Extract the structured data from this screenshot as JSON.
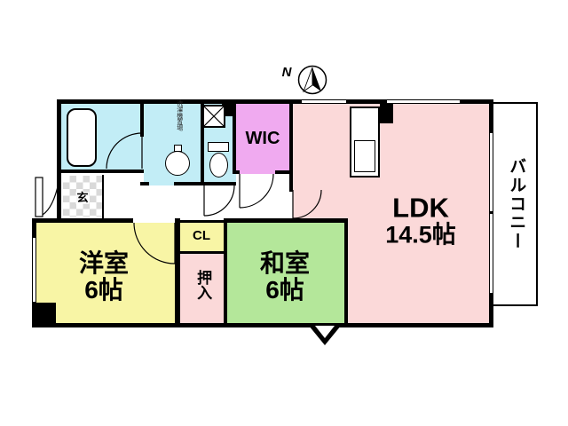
{
  "compass": {
    "north_label": "N"
  },
  "colors": {
    "wall": "#000000",
    "ldk": "#fbd9d9",
    "wic": "#f0aaf0",
    "western_room": "#f8f5a5",
    "japanese_room": "#b4e79a",
    "oshiire": "#fbd9d9",
    "cl": "#f8f5a5",
    "wet_area": "#c2edf6",
    "balcony": "#ffffff"
  },
  "rooms": {
    "ldk": {
      "name": "LDK",
      "size": "14.5帖"
    },
    "balcony": {
      "label": "バルコニー"
    },
    "wic": {
      "label": "WIC"
    },
    "western_room": {
      "name": "洋室",
      "size": "6帖"
    },
    "japanese_room": {
      "name": "和室",
      "size": "6帖"
    },
    "oshiire": {
      "label": "押入"
    },
    "cl": {
      "label": "CL"
    },
    "genkan": {
      "label": "玄"
    },
    "laundry": {
      "label": "洗濯機置場"
    }
  }
}
